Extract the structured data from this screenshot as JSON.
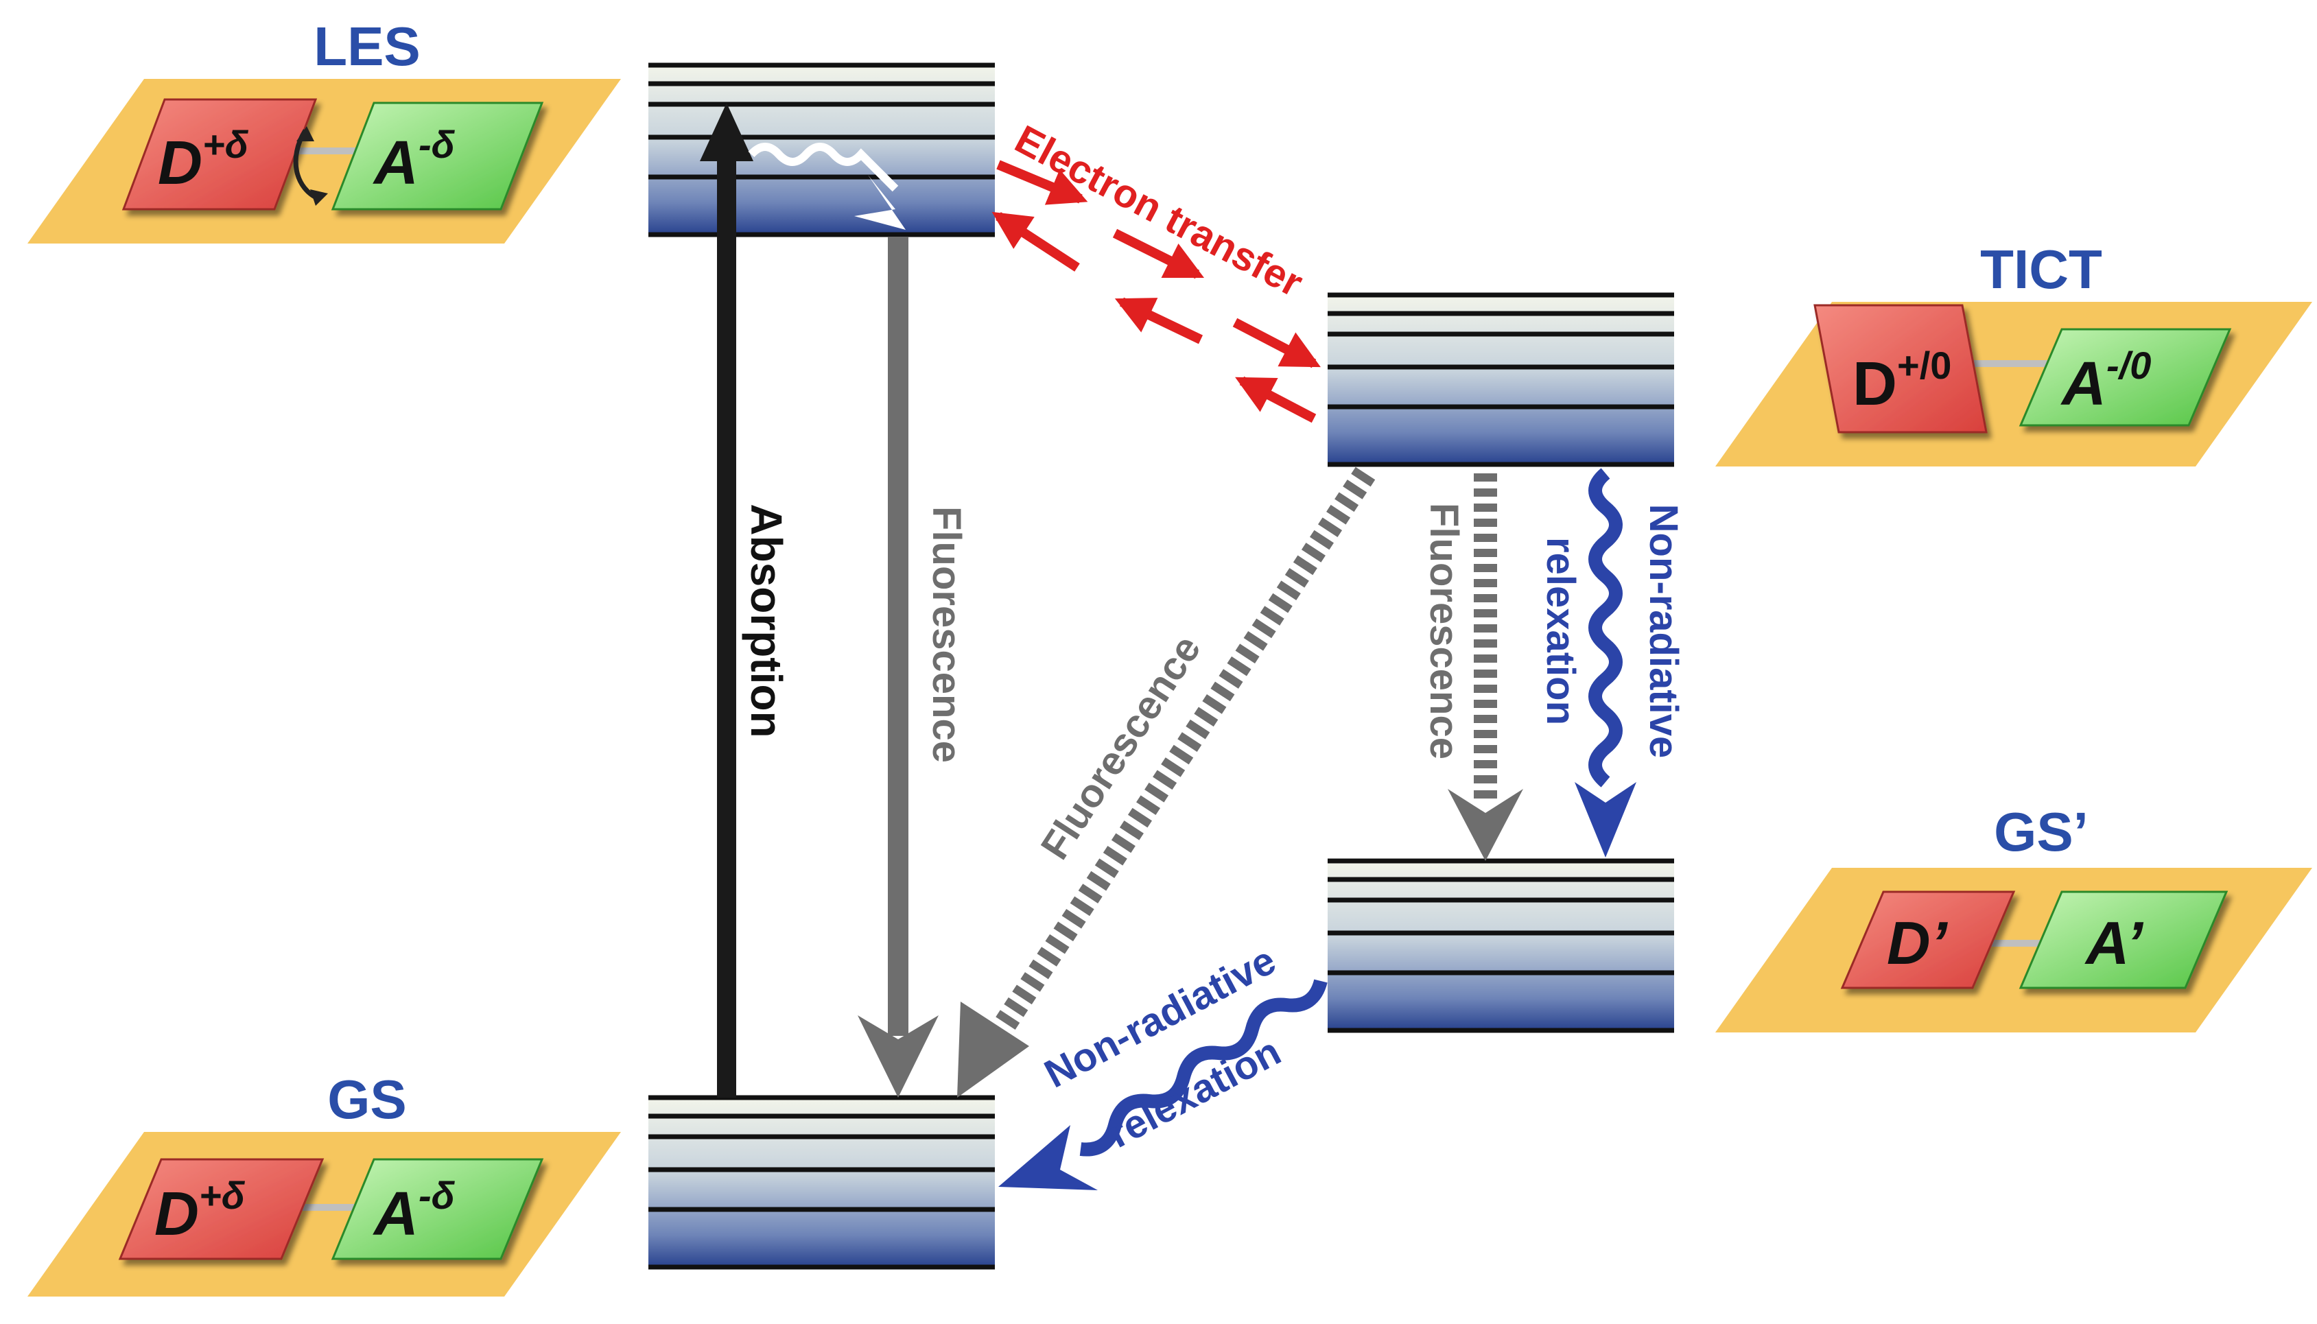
{
  "states": {
    "les": {
      "title": "LES",
      "donor": {
        "base": "D",
        "charge": "+δ"
      },
      "acceptor": {
        "base": "A",
        "charge": "-δ"
      }
    },
    "tict": {
      "title": "TICT",
      "donor": {
        "base": "D",
        "charge": "+/0"
      },
      "acceptor": {
        "base": "A",
        "charge": "-/0"
      }
    },
    "gs_prime": {
      "title": "GS’",
      "donor": {
        "base": "D’",
        "charge": ""
      },
      "acceptor": {
        "base": "A’",
        "charge": ""
      }
    },
    "gs": {
      "title": "GS",
      "donor": {
        "base": "D",
        "charge": "+δ"
      },
      "acceptor": {
        "base": "A",
        "charge": "-δ"
      }
    }
  },
  "transitions": {
    "absorption": "Absorption",
    "fluorescence": "Fluorescence",
    "electron_transfer": "Electron transfer",
    "non_radiative_line1": "Non-radiative",
    "non_radiative_line2": "relexation"
  },
  "colors": {
    "platform": "#f6c65e",
    "donor": "#e86060",
    "acceptor": "#7fdc72",
    "title_blue": "#2a4ea8",
    "electron_transfer": "#e02020",
    "fluorescence": "#6e6e6e",
    "absorption": "#1a1a1a",
    "non_radiative": "#2b44a8"
  }
}
